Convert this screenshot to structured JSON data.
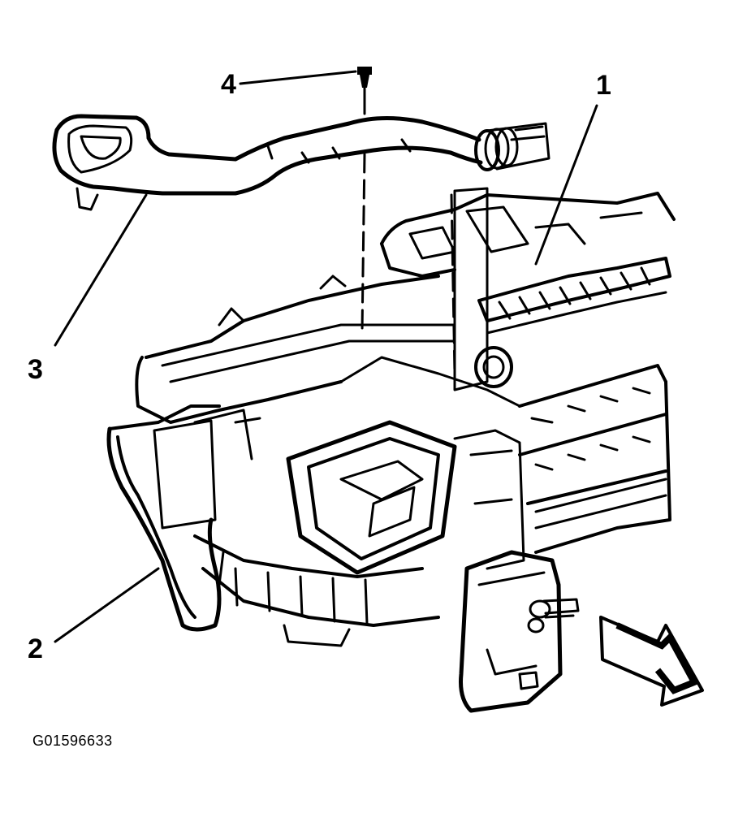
{
  "figure_id": "G01596633",
  "callouts": {
    "c1": "1",
    "c2": "2",
    "c3": "3",
    "c4": "4"
  },
  "colors": {
    "ink": "#000000",
    "paper": "#ffffff"
  }
}
